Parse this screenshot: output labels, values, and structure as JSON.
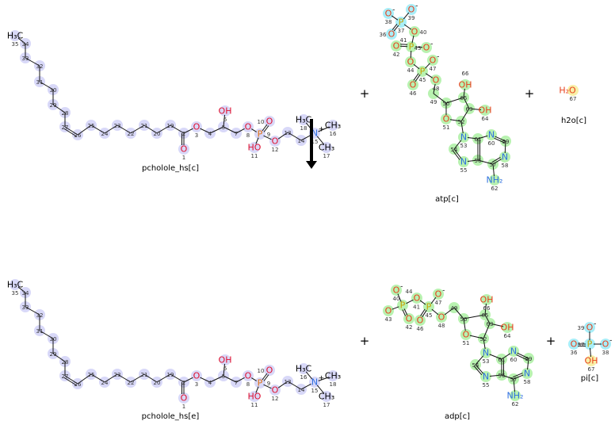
{
  "reaction": {
    "plus_sign": "+",
    "reactants": [
      "pcholole_hs[c]",
      "atp[c]",
      "h2o[c]"
    ],
    "products": [
      "pcholole_hs[e]",
      "adp[c]",
      "pi[c]"
    ]
  },
  "colors": {
    "oxygen": "#e0102f",
    "oxygen_alt": "#e8401c",
    "phosphorus": "#e07010",
    "phosphorus_alt": "#c8a000",
    "nitrogen": "#2f6fe0",
    "carbon_text": "#000000",
    "highlight_lavender": "#d8d8f8",
    "highlight_green": "#b8f2b0",
    "highlight_cyan": "#a8eef8",
    "highlight_yellow": "#f8f0a8"
  },
  "molecules": {
    "pchol_c": {
      "name": "pcholole_hs[c]",
      "atoms": {
        "1": {
          "el": "O"
        },
        "2": {},
        "3": {
          "el": "O"
        },
        "4": {},
        "5": {},
        "6": {
          "el": "OH"
        },
        "7": {},
        "8": {
          "el": "O"
        },
        "9": {
          "el": "P"
        },
        "10": {
          "el": "O"
        },
        "11": {
          "el": "HO"
        },
        "12": {
          "el": "O"
        },
        "13": {},
        "14": {},
        "15": {
          "el": "N",
          "charge": "+"
        },
        "16": {
          "el": "CH₃"
        },
        "17": {
          "el": "CH₃"
        },
        "18": {
          "el": "H₃C"
        },
        "19": {},
        "20": {},
        "21": {},
        "22": {},
        "23": {},
        "24": {},
        "25": {},
        "26": {},
        "27": {},
        "28": {},
        "29": {},
        "30": {},
        "31": {},
        "32": {},
        "33": {},
        "34": {},
        "35": {
          "el": "H₃C"
        }
      }
    },
    "pchol_e": {
      "name": "pcholole_hs[e]",
      "atoms": {
        "1": {
          "el": "O"
        },
        "2": {},
        "3": {
          "el": "O"
        },
        "4": {},
        "5": {},
        "6": {
          "el": "OH"
        },
        "7": {},
        "8": {
          "el": "O"
        },
        "9": {
          "el": "P"
        },
        "10": {
          "el": "O"
        },
        "11": {
          "el": "HO"
        },
        "12": {
          "el": "O"
        },
        "13": {},
        "14": {},
        "15": {
          "el": "N",
          "charge": "+"
        },
        "16": {
          "el": "H₃C"
        },
        "17": {
          "el": "CH₃"
        },
        "18": {
          "el": "CH₃"
        },
        "19": {},
        "20": {},
        "21": {},
        "22": {},
        "23": {},
        "24": {},
        "25": {},
        "26": {},
        "27": {},
        "28": {},
        "29": {},
        "30": {},
        "31": {},
        "32": {},
        "33": {},
        "34": {},
        "35": {
          "el": "H₃C"
        }
      }
    },
    "atp": {
      "name": "atp[c]",
      "atoms": {
        "36": {
          "el": "O"
        },
        "37": {
          "el": "P"
        },
        "38": {
          "el": "O",
          "charge": "-"
        },
        "39": {
          "el": "O",
          "charge": "-"
        },
        "40": {
          "el": "O"
        },
        "41": {
          "el": "P"
        },
        "42": {
          "el": "O"
        },
        "43": {
          "el": "O",
          "charge": "-"
        },
        "44": {
          "el": "O"
        },
        "45": {
          "el": "P"
        },
        "46": {
          "el": "O"
        },
        "47": {
          "el": "O",
          "charge": "-"
        },
        "48": {
          "el": "O"
        },
        "49": {},
        "50": {},
        "51": {
          "el": "O"
        },
        "52": {},
        "53": {
          "el": "N"
        },
        "54": {},
        "55": {
          "el": "N"
        },
        "56": {},
        "57": {},
        "58": {
          "el": "N"
        },
        "59": {},
        "60": {
          "el": "N"
        },
        "61": {},
        "62": {
          "el": "NH₂"
        },
        "63": {},
        "64": {
          "el": "OH"
        },
        "65": {},
        "66": {
          "el": "OH"
        }
      }
    },
    "h2o": {
      "name": "h2o[c]",
      "atoms": {
        "67": {
          "el": "O",
          "prefix": "H₂"
        }
      }
    },
    "adp": {
      "name": "adp[c]",
      "atoms": {
        "40": {
          "el": "O",
          "charge": "-"
        },
        "41": {
          "el": "P"
        },
        "42": {
          "el": "O"
        },
        "43": {
          "el": "O"
        },
        "44": {
          "el": "O"
        },
        "45": {
          "el": "P"
        },
        "46": {
          "el": "O"
        },
        "47": {
          "el": "O",
          "charge": "-"
        },
        "48": {
          "el": "O"
        },
        "49": {},
        "50": {},
        "51": {
          "el": "O"
        },
        "52": {},
        "53": {
          "el": "N"
        },
        "54": {},
        "55": {
          "el": "N"
        },
        "56": {},
        "57": {},
        "58": {
          "el": "N"
        },
        "59": {},
        "60": {
          "el": "N"
        },
        "61": {},
        "62": {
          "el": "NH₂"
        },
        "63": {},
        "64": {
          "el": "OH"
        },
        "65": {},
        "66": {
          "el": "OH"
        }
      }
    },
    "pi": {
      "name": "pi[c]",
      "atoms": {
        "36": {
          "el": "O"
        },
        "37": {
          "el": "P"
        },
        "38": {
          "el": "O",
          "charge": "-"
        },
        "39": {
          "el": "O",
          "charge": "-"
        },
        "67": {
          "el": "OH"
        }
      }
    }
  }
}
